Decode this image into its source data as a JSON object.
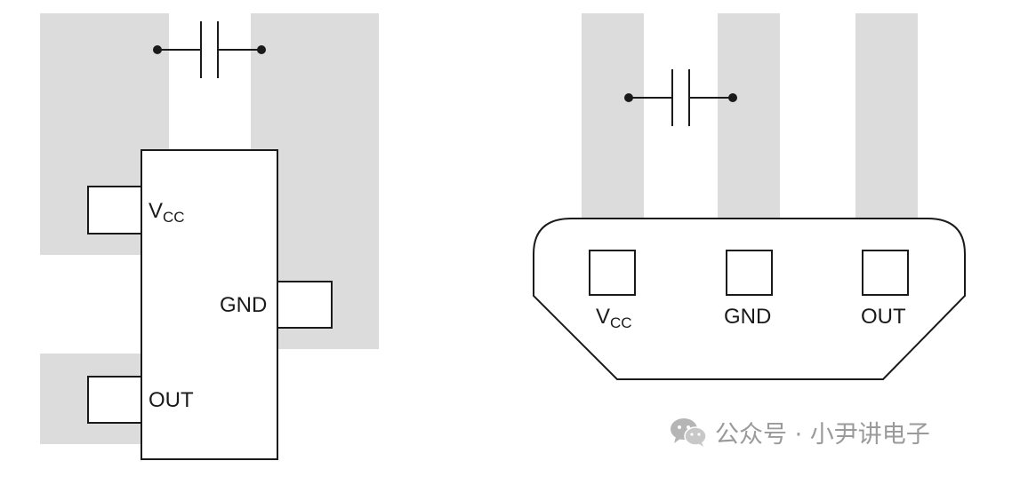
{
  "left_package": {
    "pins": {
      "vcc": {
        "main": "V",
        "sub": "CC"
      },
      "gnd": "GND",
      "out": "OUT"
    }
  },
  "right_package": {
    "pins": {
      "vcc": {
        "main": "V",
        "sub": "CC"
      },
      "gnd": "GND",
      "out": "OUT"
    }
  },
  "watermark": {
    "icon": "wechat-icon",
    "text": "公众号 · 小尹讲电子"
  },
  "colors": {
    "trace": "#dcdcdc",
    "outline": "#1a1a1a",
    "background": "#ffffff",
    "watermark": "#9a9a9a"
  }
}
